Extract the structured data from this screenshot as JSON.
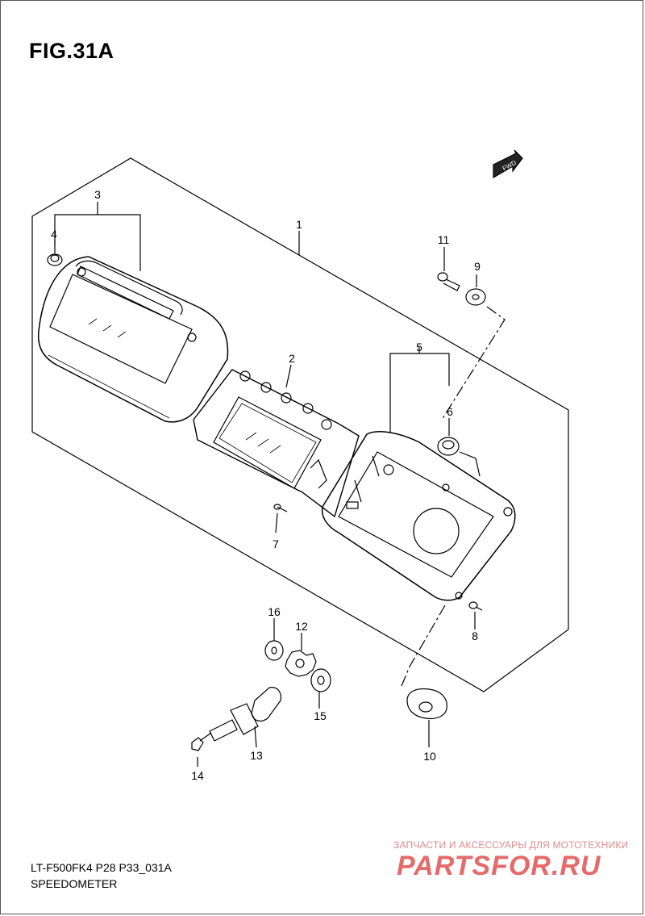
{
  "figure": {
    "title": "FIG.31A",
    "fwd_badge": "FWD"
  },
  "part_labels": [
    "1",
    "2",
    "3",
    "4",
    "5",
    "6",
    "7",
    "8",
    "9",
    "10",
    "11",
    "12",
    "13",
    "14",
    "15",
    "16"
  ],
  "footer": {
    "code": "LT-F500FK4 P28 P33_031A",
    "name": "SPEEDOMETER"
  },
  "watermark": {
    "tagline": "ЗАПЧАСТИ И АКСЕССУАРЫ ДЛЯ МОТОТЕХНИКИ",
    "logo": "PARTSFOR.RU"
  }
}
